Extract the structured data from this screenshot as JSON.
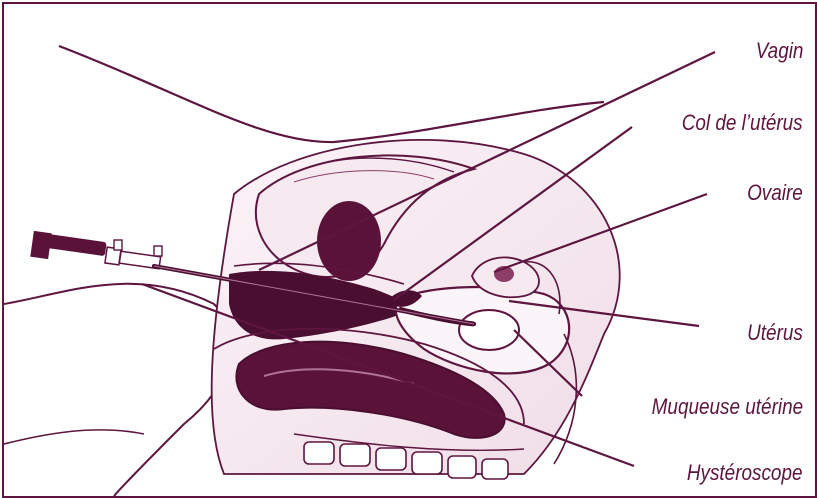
{
  "labels": {
    "vagin": "Vagin",
    "col": "Col de l’utérus",
    "ovaire": "Ovaire",
    "uterus": "Utérus",
    "muqueuse": "Muqueuse utérine",
    "hysteroscope": "Hystéroscope"
  },
  "colors": {
    "ink": "#5e1540",
    "dark": "#4a0f30",
    "mid": "#8c3d68",
    "light": "#f3e6ee",
    "pale": "#fbf4f8"
  }
}
